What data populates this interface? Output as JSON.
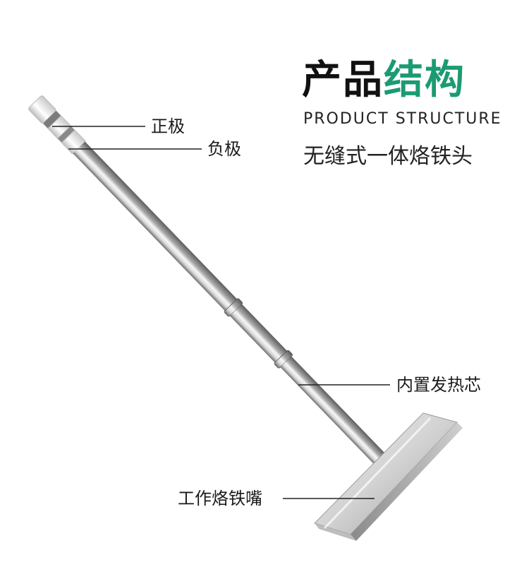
{
  "header": {
    "title_dark": "产品",
    "title_accent": "结构",
    "subtitle_en": "PRODUCT STRUCTURE",
    "subtitle_cn": "无缝式一体烙铁头"
  },
  "labels": {
    "positive": "正极",
    "negative": "负极",
    "heater": "内置发热芯",
    "tip": "工作烙铁嘴"
  },
  "colors": {
    "accent": "#1b9b72",
    "text": "#1a1a1a"
  }
}
